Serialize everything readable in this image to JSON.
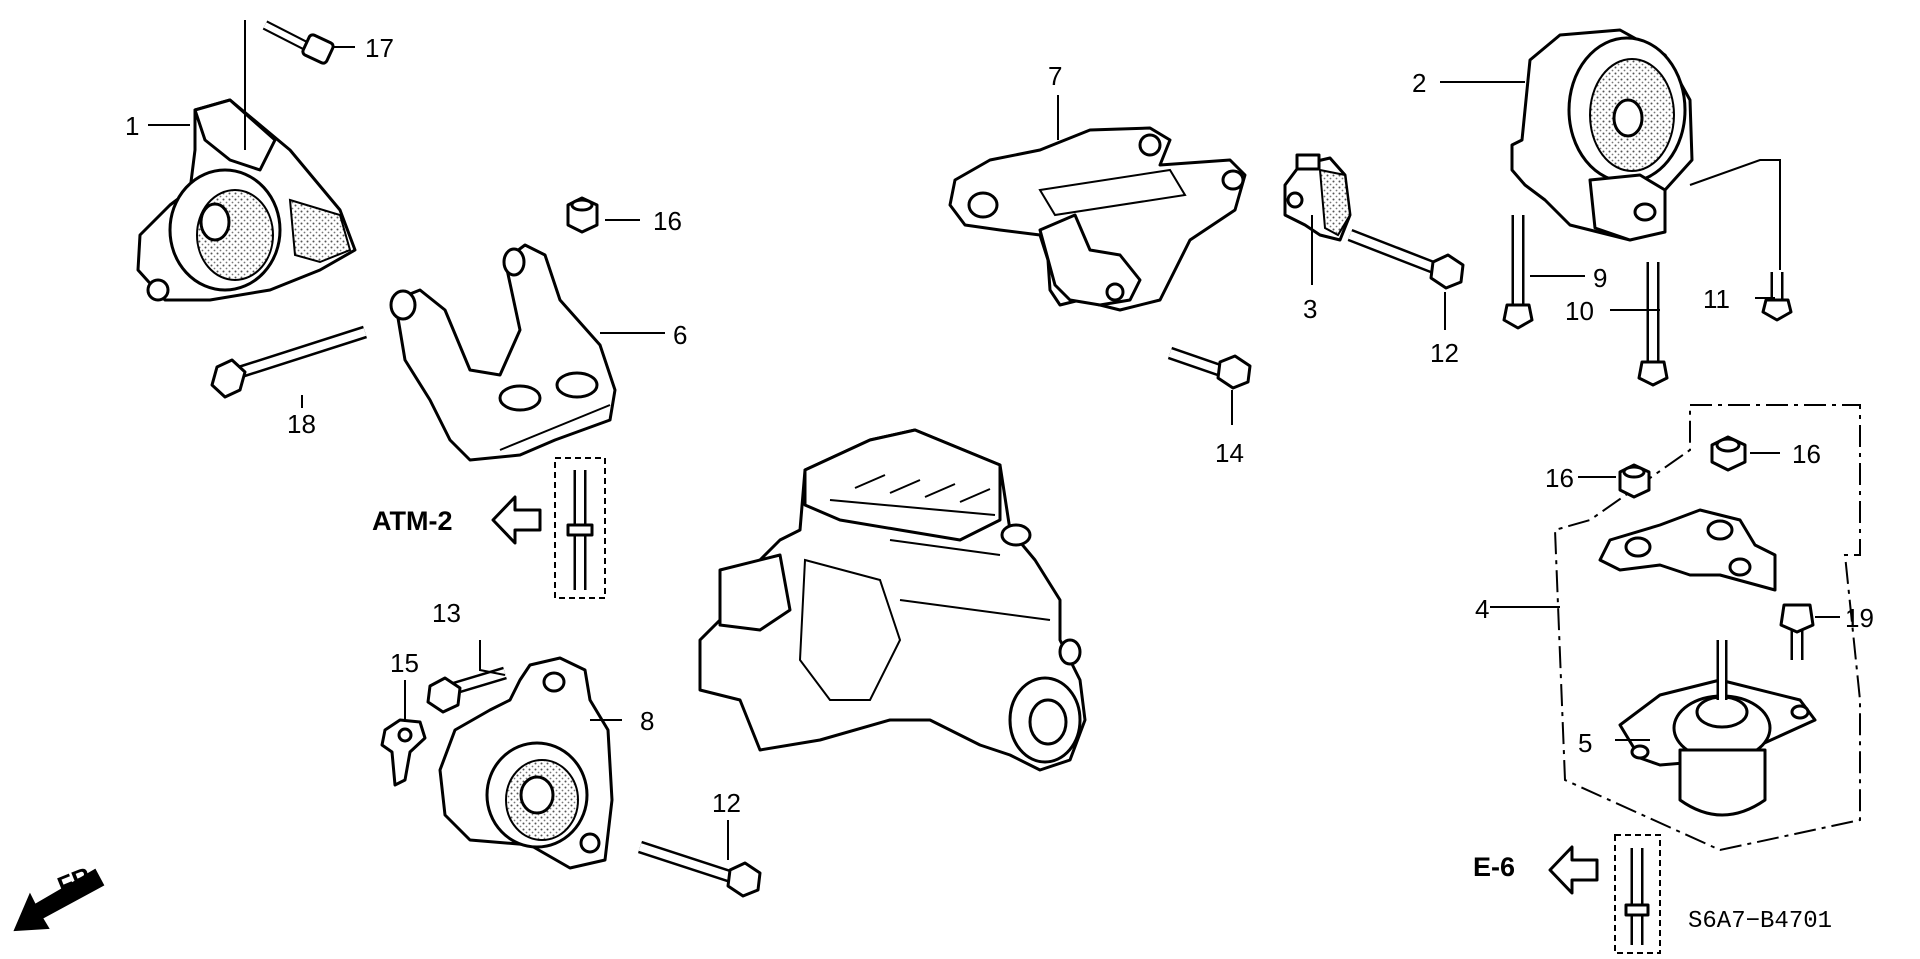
{
  "callouts": {
    "c1": "1",
    "c2": "2",
    "c3": "3",
    "c4": "4",
    "c5": "5",
    "c6": "6",
    "c7": "7",
    "c8": "8",
    "c9": "9",
    "c10": "10",
    "c11": "11",
    "c12a": "12",
    "c12b": "12",
    "c13": "13",
    "c14": "14",
    "c15": "15",
    "c16a": "16",
    "c16b": "16",
    "c16c": "16",
    "c17": "17",
    "c18": "18",
    "c19": "19"
  },
  "references": {
    "atm": "ATM-2",
    "e6": "E-6"
  },
  "front_marker": "FR.",
  "diagram_code": "S6A7−B4701",
  "icons": [
    "front-arrow-icon",
    "reference-arrow-icon"
  ]
}
